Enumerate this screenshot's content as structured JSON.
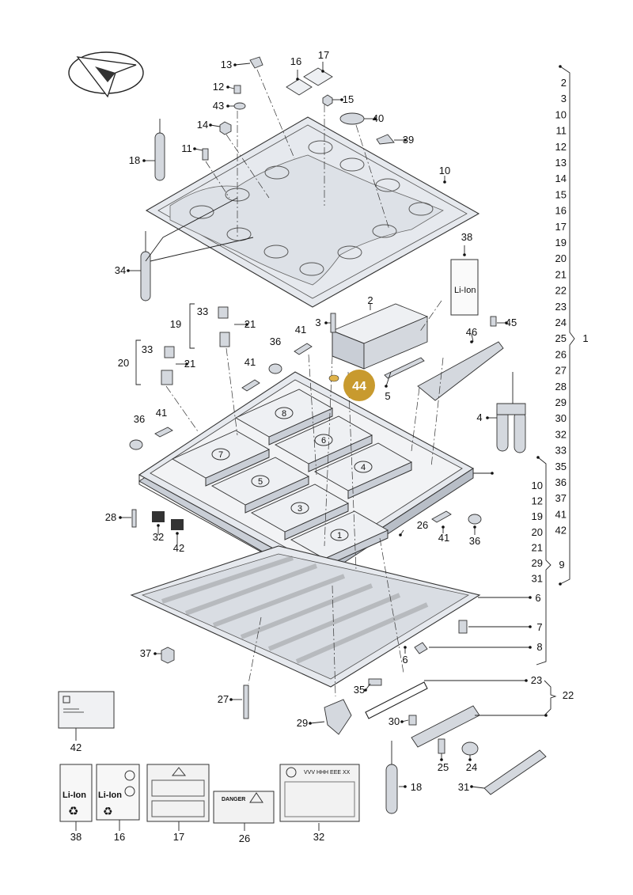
{
  "diagram": {
    "callouts": [
      {
        "id": "c13",
        "label": "13"
      },
      {
        "id": "c16t",
        "label": "16"
      },
      {
        "id": "c17t",
        "label": "17"
      },
      {
        "id": "c12",
        "label": "12"
      },
      {
        "id": "c15",
        "label": "15"
      },
      {
        "id": "c43",
        "label": "43"
      },
      {
        "id": "c40",
        "label": "40"
      },
      {
        "id": "c14",
        "label": "14"
      },
      {
        "id": "c39",
        "label": "39"
      },
      {
        "id": "c11",
        "label": "11"
      },
      {
        "id": "c18t",
        "label": "18"
      },
      {
        "id": "c10t",
        "label": "10"
      },
      {
        "id": "c34",
        "label": "34"
      },
      {
        "id": "c38t",
        "label": "38"
      },
      {
        "id": "c2",
        "label": "2"
      },
      {
        "id": "c33a",
        "label": "33"
      },
      {
        "id": "c19",
        "label": "19"
      },
      {
        "id": "c21a",
        "label": "21"
      },
      {
        "id": "c3",
        "label": "3"
      },
      {
        "id": "c41a",
        "label": "41"
      },
      {
        "id": "c46",
        "label": "46"
      },
      {
        "id": "c45",
        "label": "45"
      },
      {
        "id": "c33b",
        "label": "33"
      },
      {
        "id": "c36a",
        "label": "36"
      },
      {
        "id": "c20",
        "label": "20"
      },
      {
        "id": "c21b",
        "label": "21"
      },
      {
        "id": "c41b",
        "label": "41"
      },
      {
        "id": "c5",
        "label": "5"
      },
      {
        "id": "c36b",
        "label": "36"
      },
      {
        "id": "c41c",
        "label": "41"
      },
      {
        "id": "c4",
        "label": "4"
      },
      {
        "id": "c28",
        "label": "28"
      },
      {
        "id": "c32a",
        "label": "32"
      },
      {
        "id": "c42a",
        "label": "42"
      },
      {
        "id": "c26a",
        "label": "26"
      },
      {
        "id": "c41d",
        "label": "41"
      },
      {
        "id": "c36c",
        "label": "36"
      },
      {
        "id": "c6a",
        "label": "6"
      },
      {
        "id": "c7",
        "label": "7"
      },
      {
        "id": "c37",
        "label": "37"
      },
      {
        "id": "c6b",
        "label": "6"
      },
      {
        "id": "c8",
        "label": "8"
      },
      {
        "id": "c23",
        "label": "23"
      },
      {
        "id": "c22",
        "label": "22"
      },
      {
        "id": "c35",
        "label": "35"
      },
      {
        "id": "c27",
        "label": "27"
      },
      {
        "id": "c30",
        "label": "30"
      },
      {
        "id": "c29",
        "label": "29"
      },
      {
        "id": "c42b",
        "label": "42"
      },
      {
        "id": "c25",
        "label": "25"
      },
      {
        "id": "c24",
        "label": "24"
      },
      {
        "id": "c18b",
        "label": "18"
      },
      {
        "id": "c31",
        "label": "31"
      },
      {
        "id": "c38b",
        "label": "38"
      },
      {
        "id": "c16b",
        "label": "16"
      },
      {
        "id": "c17b",
        "label": "17"
      },
      {
        "id": "c26b",
        "label": "26"
      },
      {
        "id": "c32b",
        "label": "32"
      },
      {
        "id": "c1",
        "label": "1"
      },
      {
        "id": "c9",
        "label": "9"
      }
    ],
    "highlight": "44",
    "bracket_list_1": [
      "2",
      "3",
      "10",
      "11",
      "12",
      "13",
      "14",
      "15",
      "16",
      "17",
      "19",
      "20",
      "21",
      "22",
      "23",
      "24",
      "25",
      "26",
      "27",
      "28",
      "29",
      "30",
      "32",
      "33",
      "35",
      "36",
      "37",
      "41",
      "42"
    ],
    "bracket_list_9": [
      "10",
      "12",
      "19",
      "20",
      "21",
      "29",
      "31"
    ],
    "module_numbers": [
      "1",
      "2",
      "3",
      "4",
      "5",
      "6",
      "7",
      "8"
    ],
    "label_text": {
      "li_ion": "Li-Ion",
      "danger": "DANGER",
      "type_plate_header": "VVV HHH EEE XX"
    }
  }
}
